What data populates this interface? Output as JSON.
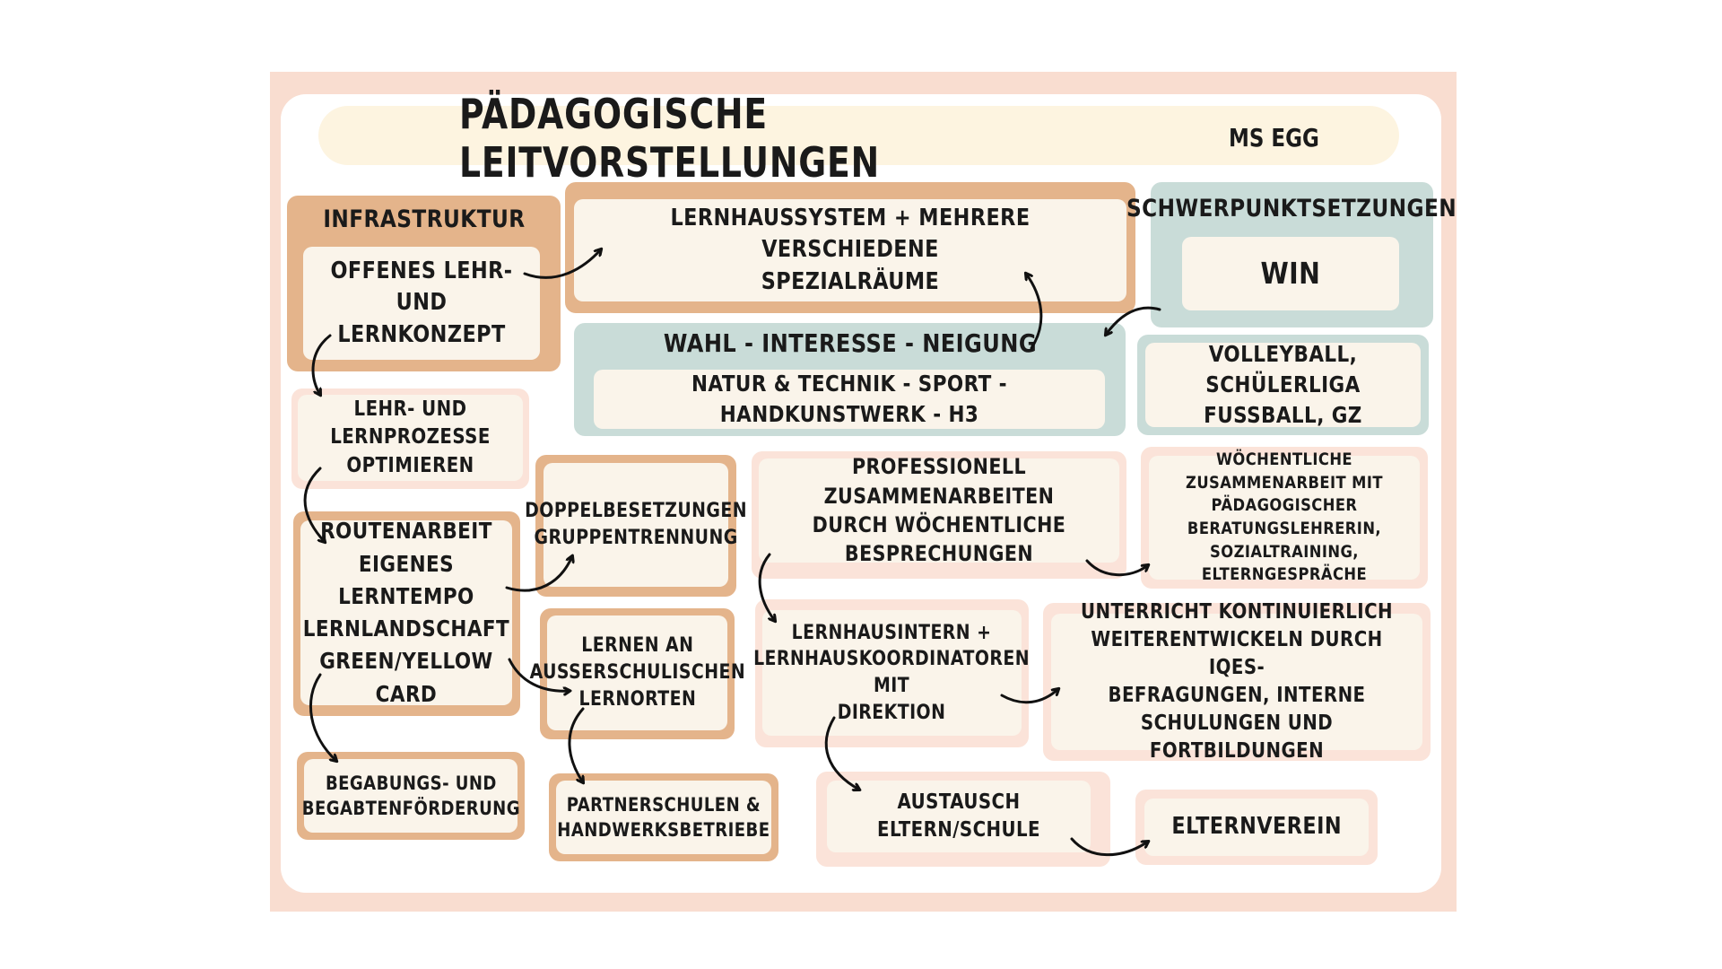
{
  "header": {
    "title": "Pädagogische Leitvorstellungen",
    "school": "MS Egg"
  },
  "infrastruktur": {
    "heading": "Infrastruktur",
    "card": "Offenes Lehr- und\nLernkonzept"
  },
  "lernhaussystem": "Lernhaussystem + mehrere verschiedene\nSpezialräume",
  "schwerpunkt": {
    "heading": "Schwerpunktsetzungen",
    "card": "WIN"
  },
  "wahl": {
    "heading": "Wahl - Interesse - Neigung",
    "card": "Natur & Technik - Sport - Handkunstwerk - H3"
  },
  "volleyball": "Volleyball, Schülerliga\nFußball, GZ",
  "lehrprozesse": "Lehr- und Lernprozesse\noptimieren",
  "doppel": "Doppelbesetzungen\nGruppentrennung",
  "professionell": "Professionell zusammenarbeiten\ndurch wöchentliche Besprechungen",
  "woechentlich": "Wöchentliche\nZusammenarbeit mit\npädagogischer Beratungslehrerin,\nSozialtraining, Elterngespräche",
  "routen": "Routenarbeit\neigenes Lerntempo\nLernlandschaft\nGreen/Yellow Card",
  "lernorte": "Lernen an\naußerschulischen\nLernorten",
  "lernhausintern": "Lernhausintern +\nLernhauskoordinatoren mit\nDirektion",
  "unterricht": "Unterricht kontinuierlich\nweiterentwickeln durch IQES-\nBefragungen, interne Schulungen und\nFortbildungen",
  "begabung": "Begabungs- und\nBegabtenförderung",
  "partner": "Partnerschulen &\nHandwerksbetriebe",
  "austausch": "Austausch Eltern/Schule",
  "elternverein": "Elternverein",
  "colors": {
    "tan": "#e4b48b",
    "light_peach": "#fbe3d9",
    "teal": "#c9dcd8",
    "cream": "#faf4ea",
    "frame": "#f9ddd0"
  }
}
